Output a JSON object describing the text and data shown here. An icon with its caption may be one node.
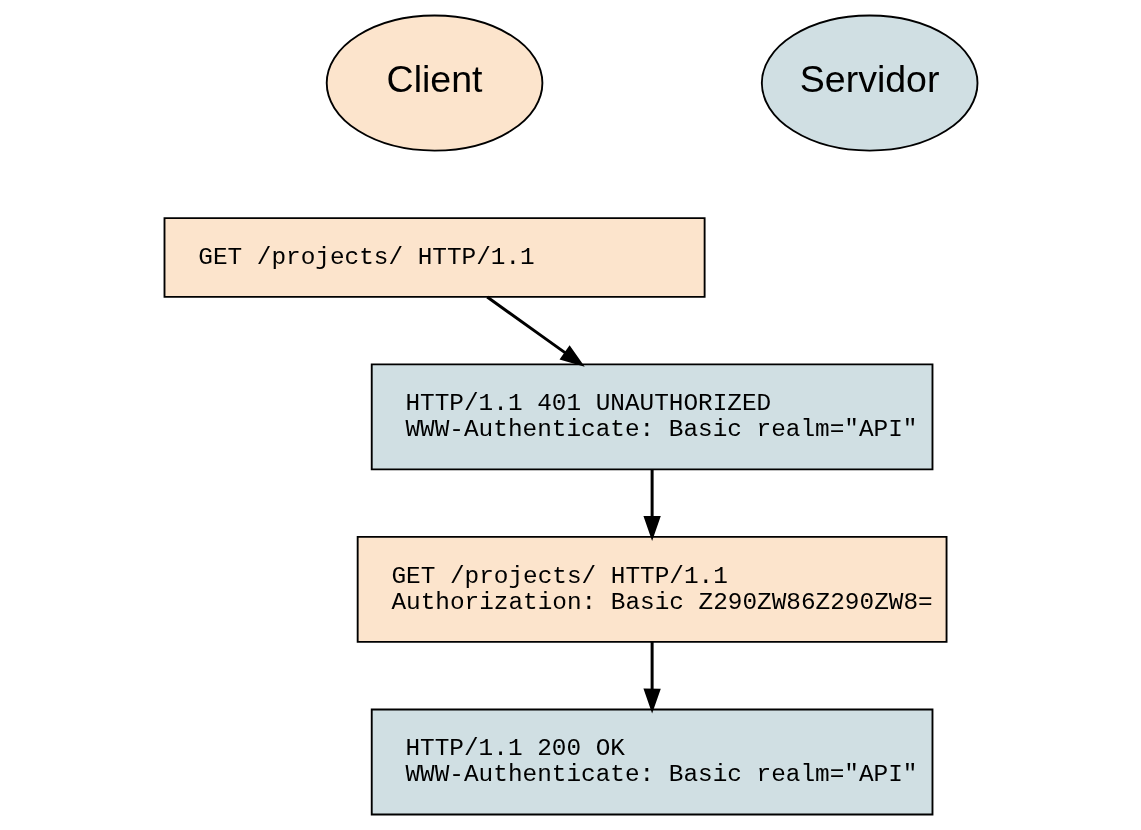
{
  "diagram": {
    "nodes": [
      {
        "text": [
          "Client"
        ]
      },
      {
        "text": [
          "Servidor"
        ]
      },
      {
        "text": [
          "GET /projects/ HTTP/1.1"
        ]
      },
      {
        "text": [
          "HTTP/1.1 401 UNAUTHORIZED",
          "WWW-Authenticate: Basic realm=\"API\""
        ]
      },
      {
        "text": [
          "GET /projects/ HTTP/1.1",
          "Authorization: Basic Z290ZW86Z290ZW8="
        ]
      },
      {
        "text": [
          "HTTP/1.1 200 OK",
          "WWW-Authenticate: Basic realm=\"API\""
        ]
      }
    ],
    "edges": [
      {
        "from": 2,
        "to": 3,
        "arrow": "to"
      },
      {
        "from": 3,
        "to": 4,
        "arrow": "to"
      },
      {
        "from": 4,
        "to": 5,
        "arrow": "to"
      }
    ]
  }
}
